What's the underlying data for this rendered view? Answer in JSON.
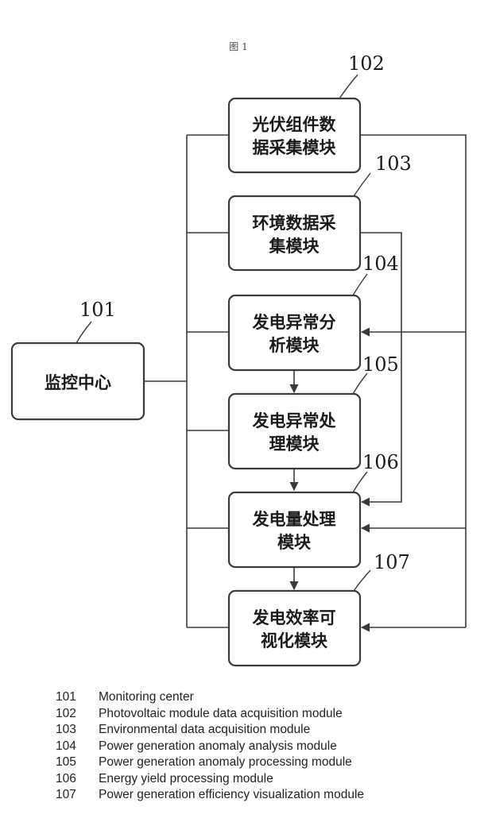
{
  "figure": {
    "title": "图 1"
  },
  "boxes": [
    {
      "id": "101",
      "lines": [
        "监控中心"
      ]
    },
    {
      "id": "102",
      "lines": [
        "光伏组件数",
        "据采集模块"
      ]
    },
    {
      "id": "103",
      "lines": [
        "环境数据采",
        "集模块"
      ]
    },
    {
      "id": "104",
      "lines": [
        "发电异常分",
        "析模块"
      ]
    },
    {
      "id": "105",
      "lines": [
        "发电异常处",
        "理模块"
      ]
    },
    {
      "id": "106",
      "lines": [
        "发电量处理",
        "模块"
      ]
    },
    {
      "id": "107",
      "lines": [
        "发电效率可",
        "视化模块"
      ]
    }
  ],
  "legend": [
    {
      "num": "101",
      "text": "Monitoring center"
    },
    {
      "num": "102",
      "text": "Photovoltaic module data acquisition module"
    },
    {
      "num": "103",
      "text": "Environmental data acquisition module"
    },
    {
      "num": "104",
      "text": "Power generation anomaly analysis module"
    },
    {
      "num": "105",
      "text": "Power generation anomaly processing module"
    },
    {
      "num": "106",
      "text": "Energy yield processing module"
    },
    {
      "num": "107",
      "text": "Power generation efficiency visualization module"
    }
  ],
  "colors": {
    "stroke": "#3a3a3a",
    "text": "#1a1a1a",
    "background": "#ffffff"
  }
}
